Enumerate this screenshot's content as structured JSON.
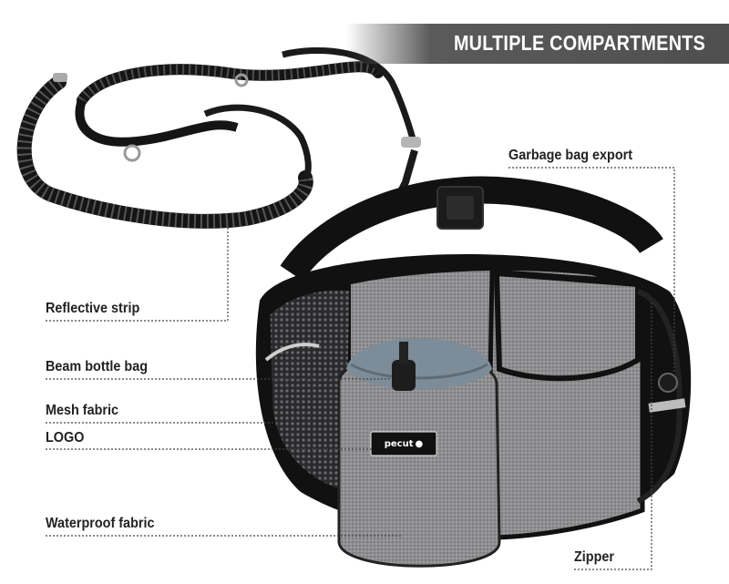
{
  "banner": {
    "title": "MULTIPLE COMPARTMENTS"
  },
  "product": {
    "logo_text": "pecut"
  },
  "callouts": {
    "garbage_bag_export": "Garbage bag export",
    "reflective_strip": "Reflective strip",
    "beam_bottle_bag": "Beam bottle bag",
    "mesh_fabric": "Mesh fabric",
    "logo": "LOGO",
    "waterproof_fabric": "Waterproof fabric",
    "zipper": "Zipper"
  },
  "colors": {
    "banner": "#555555",
    "fabric_gray": "#8d8d8f",
    "strap_black": "#1a1a1a",
    "leader_line": "#444444"
  }
}
